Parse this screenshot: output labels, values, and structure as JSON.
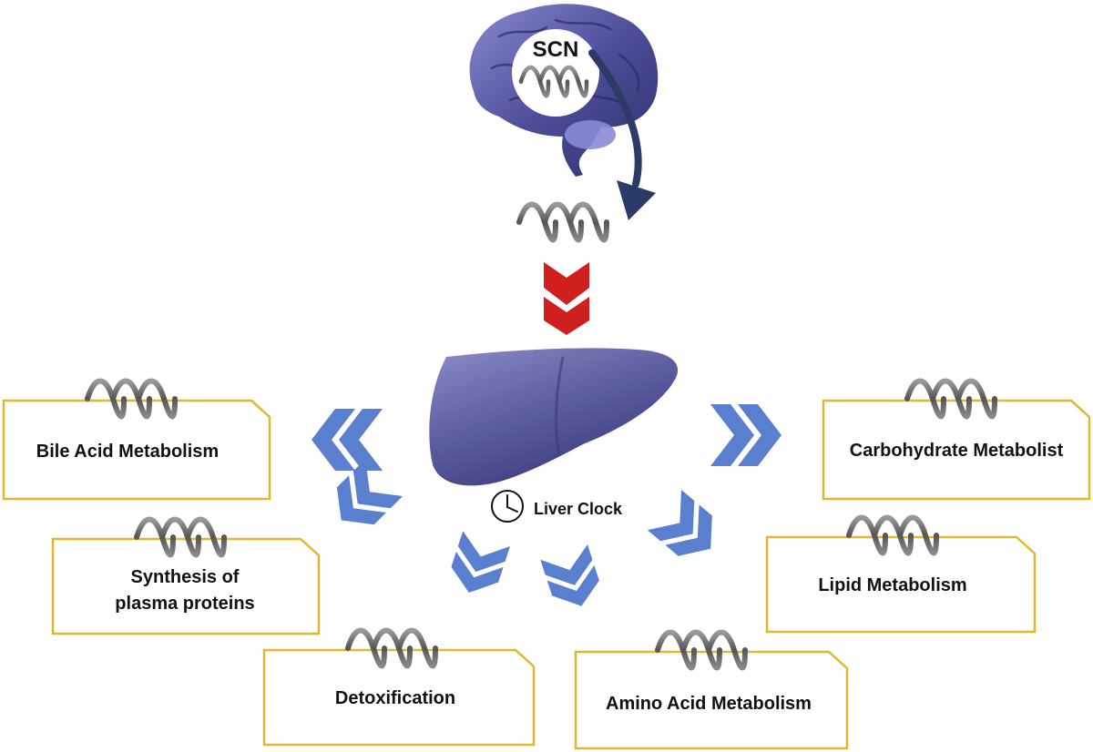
{
  "scn_label": "SCN",
  "liver_clock_label": "Liver Clock",
  "boxes": {
    "bile": {
      "label": "Bile Acid Metabolism"
    },
    "carb": {
      "label": "Carbohydrate Metabolist"
    },
    "plasma": {
      "line1": "Synthesis of",
      "line2": "plasma proteins"
    },
    "lipid": {
      "label": "Lipid Metabolism"
    },
    "detox": {
      "label": "Detoxification"
    },
    "amino": {
      "label": "Amino Acid Metabolism"
    }
  },
  "colors": {
    "box_border": "#e0b830",
    "blue_chevron": "#5b7fcf",
    "red_chevron": "#d01f1f",
    "brain": "#4e4e9a",
    "liver": "#5a5a9e",
    "arrow": "#2b3a66",
    "wave": "#666666"
  },
  "icons": [
    "brain-icon",
    "liver-icon",
    "clock-icon",
    "wave-icon",
    "chevron-icon"
  ]
}
